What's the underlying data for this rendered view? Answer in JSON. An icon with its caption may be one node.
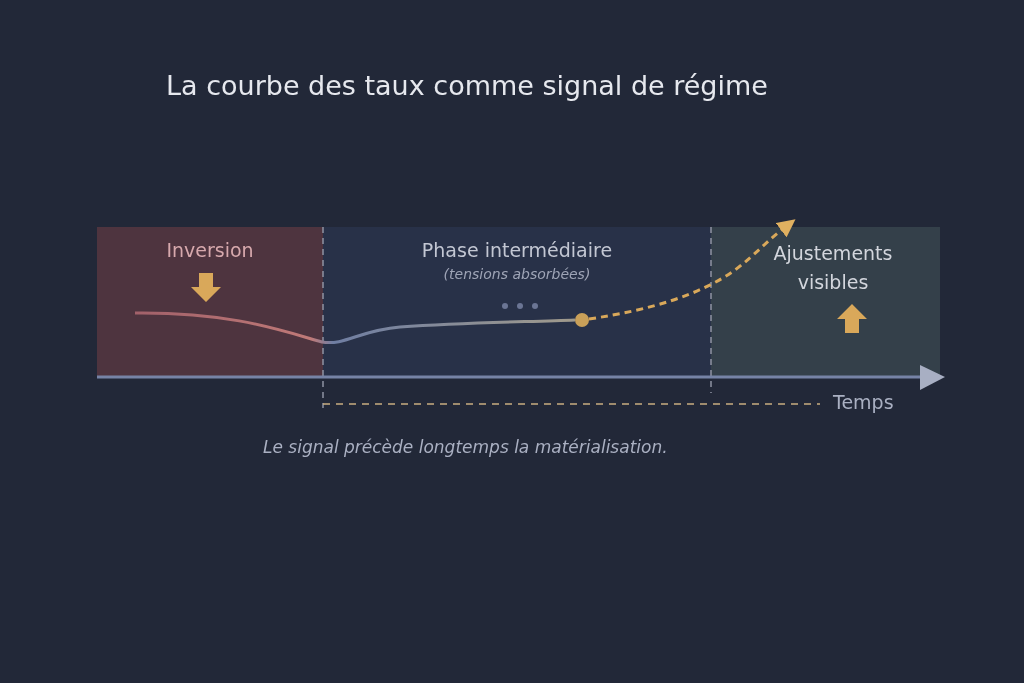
{
  "diagram": {
    "title": "La courbe des taux comme signal de régime",
    "caption": "Le signal précède longtemps la matérialisation.",
    "nodes": [
      {
        "text": [
          "Inversion"
        ]
      },
      {
        "text": [
          "Phase intermédiaire",
          "(tensions absorbées)"
        ]
      },
      {
        "text": [
          "Ajustements visibles"
        ]
      },
      {
        "text": [],
        "shape": "circle",
        "in": 1
      }
    ],
    "edges": [
      {
        "from": 0,
        "to": 3,
        "arrow": "none"
      },
      {
        "from": 3,
        "to": 2,
        "arrow": "to",
        "style": "dashed"
      }
    ],
    "labels": [
      "Temps"
    ]
  }
}
